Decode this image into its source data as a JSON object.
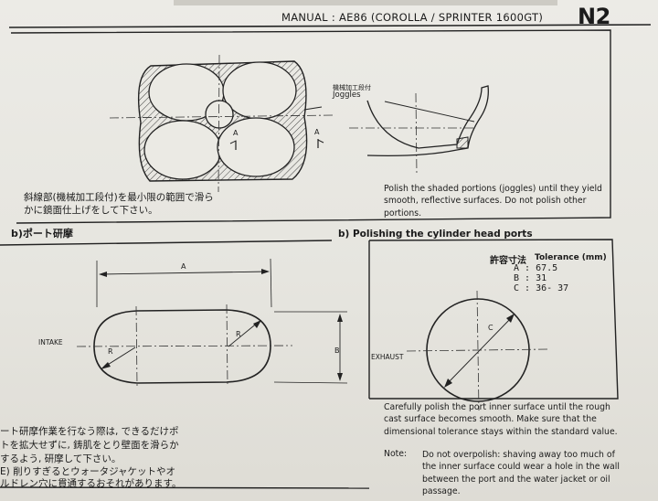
{
  "header": {
    "manual_title": "MANUAL : AE86 (COROLLA / SPRINTER 1600GT)",
    "code": "N2"
  },
  "top_figure": {
    "joggles_jp": "機械加工段付",
    "joggles_en": "Joggles",
    "section_marks": [
      "A",
      "A"
    ],
    "caption_jp_line1": "斜線部(機械加工段付)を最小限の範囲で滑ら",
    "caption_jp_line2": "かに鏡面仕上げをして下さい。",
    "caption_en": "Polish the shaded portions (joggles) until they yield smooth, reflective surfaces. Do not polish other portions."
  },
  "section_b": {
    "title_jp": "b)ポート研摩",
    "title_en": "b) Polishing the cylinder head ports"
  },
  "tolerance": {
    "title_jp": "許容寸法",
    "title_en": "Tolerance (mm)",
    "rows": [
      "A : 67.5",
      "B : 31",
      "C : 36- 37"
    ]
  },
  "intake": {
    "label": "INTAKE",
    "dim_a": "A",
    "dim_b": "B",
    "radius_1": "R",
    "radius_2": "R"
  },
  "exhaust": {
    "label": "EXHAUST",
    "dim_c": "C"
  },
  "port_note": {
    "text": "Carefully polish the port inner surface until the rough cast surface becomes smooth. Make sure that the dimensional tolerance stays within the standard value.",
    "note_label": "Note:",
    "note_text": "Do not overpolish: shaving away too much of the inner surface could wear a hole in the wall between the port and the water jacket or oil passage."
  },
  "bottom_jp": {
    "line1": "ート研摩作業を行なう際は, できるだけポ",
    "line2": "トを拡大せずに, 鋳肌をとり壁面を滑らか",
    "line3": "するよう, 研摩して下さい。",
    "line4": "E) 削りすぎるとウォータジャケットやオ",
    "line5": "ルドレン穴に貫通するおそれがあります。"
  }
}
